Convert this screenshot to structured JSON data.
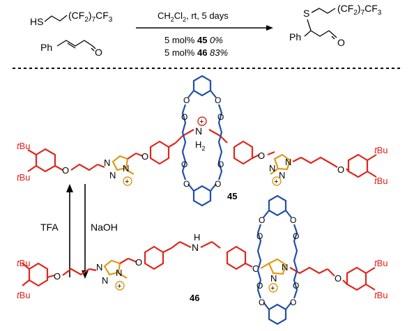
{
  "reaction": {
    "thiol": {
      "prefix": "HS",
      "chain": "(CF",
      "sub1": "2",
      "mid": ")",
      "sub2": "7",
      "suffix": "CF",
      "sub3": "3"
    },
    "aldehyde_ph": "Ph",
    "aldehyde_o": "O",
    "conditions": {
      "solvent": "CH",
      "solvent_sub1": "2",
      "solvent_cl": "Cl",
      "solvent_sub2": "2",
      "rest": ", rt, 5 days"
    },
    "catalyst_1": {
      "loading": "5 mol% ",
      "id": "45",
      "yield": " 0%"
    },
    "catalyst_2": {
      "loading": "5 mol% ",
      "id": "46",
      "yield": " 83%"
    },
    "product": {
      "s": "S",
      "ph": "Ph",
      "o": "O",
      "chain": "(CF",
      "sub1": "2",
      "mid": ")",
      "sub2": "7",
      "suffix": "CF",
      "sub3": "3"
    }
  },
  "switch": {
    "acid": "TFA",
    "base": "NaOH"
  },
  "compounds": {
    "c45": {
      "label": "45",
      "nh2": "N",
      "nh2_h": "H",
      "nh2_sub": "2",
      "charge": "+"
    },
    "c46": {
      "label": "46",
      "nh": "N",
      "nh_h": "H"
    }
  },
  "atoms": {
    "O": "O",
    "N": "N",
    "tBu_t": "t",
    "tBu": "Bu",
    "plus": "+"
  },
  "colors": {
    "red": "#e0251c",
    "blue": "#1f4fa8",
    "orange": "#e09a12",
    "black": "#000000"
  }
}
